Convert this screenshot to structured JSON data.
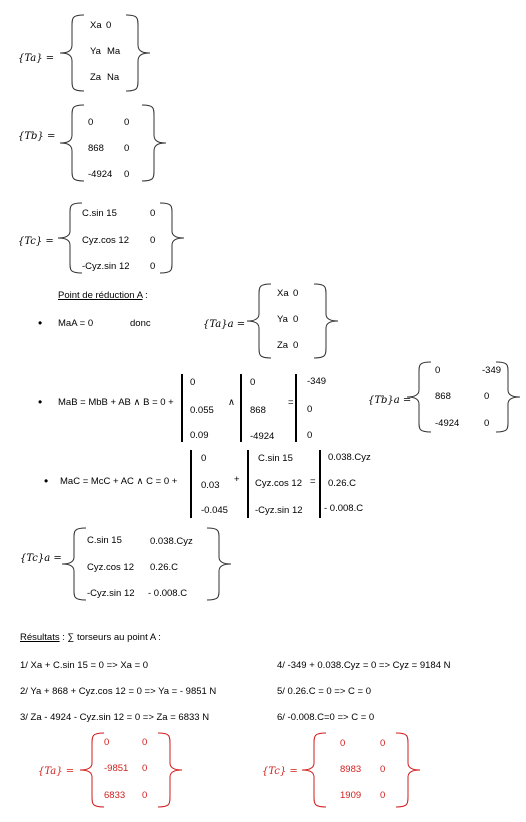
{
  "ta": {
    "label": "{Ta} =",
    "rows": [
      [
        "Xa",
        "0"
      ],
      [
        "Ya",
        "Ma"
      ],
      [
        "Za",
        "Na"
      ]
    ]
  },
  "tb": {
    "label": "{Tb} =",
    "rows": [
      [
        "0",
        "0"
      ],
      [
        "868",
        "0"
      ],
      [
        "-4924",
        "0"
      ]
    ]
  },
  "tc": {
    "label": "{Tc} =",
    "rows": [
      [
        "C.sin 15",
        "0"
      ],
      [
        "Cyz.cos 12",
        "0"
      ],
      [
        "-Cyz.sin 12",
        "0"
      ]
    ]
  },
  "reduction": {
    "heading": "Point de réduction A",
    "colon": " :",
    "bullet": "•",
    "maa": "MaA = 0",
    "donc": "donc",
    "ta_a": {
      "label": "{Ta}a =",
      "rows": [
        [
          "Xa",
          "0"
        ],
        [
          "Ya",
          "0"
        ],
        [
          "Za",
          "0"
        ]
      ]
    },
    "mab": "MaB = MbB + AB ∧ B = 0 +",
    "ab_col": [
      "0",
      "0.055",
      "0.09"
    ],
    "wedge": "∧",
    "b_col": [
      "0",
      "868",
      "-4924"
    ],
    "eq": "=",
    "res_b": [
      "-349",
      "0",
      "0"
    ],
    "tb_a": {
      "label": "{Tb}a =",
      "rows": [
        [
          "0",
          "-349"
        ],
        [
          "868",
          "0"
        ],
        [
          "-4924",
          "0"
        ]
      ]
    },
    "mac": "MaC = McC + AC ∧  C  = 0 +",
    "ac_col": [
      "0",
      "0.03",
      "-0.045"
    ],
    "plus": "+",
    "c_col": [
      "C.sin 15",
      "Cyz.cos 12",
      "-Cyz.sin 12"
    ],
    "eq2": "=",
    "res_c": [
      "0.038.Cyz",
      "0.26.C",
      "- 0.008.C"
    ],
    "tc_a": {
      "label": "{Tc}a =",
      "rows": [
        [
          "C.sin 15",
          "0.038.Cyz"
        ],
        [
          "Cyz.cos 12",
          "0.26.C"
        ],
        [
          "-Cyz.sin 12",
          "- 0.008.C"
        ]
      ]
    }
  },
  "results": {
    "heading": "Résultats",
    "heading_rest": " : ∑ torseurs au point A :",
    "eqs_left": [
      "1/ Xa + C.sin 15 = 0 => Xa = 0",
      "2/ Ya + 868 + Cyz.cos 12 = 0 => Ya = - 9851 N",
      "3/ Za - 4924 - Cyz.sin 12 = 0 => Za = 6833 N"
    ],
    "eqs_right": [
      "4/ -349 + 0.038.Cyz = 0 => Cyz = 9184 N",
      "5/ 0.26.C = 0 => C = 0",
      "6/ -0.008.C=0 => C = 0"
    ],
    "ta_final": {
      "label": "{Ta} =",
      "rows": [
        [
          "0",
          "0"
        ],
        [
          "-9851",
          "0"
        ],
        [
          "6833",
          "0"
        ]
      ]
    },
    "tc_final": {
      "label": "{Tc} =",
      "rows": [
        [
          "0",
          "0"
        ],
        [
          "8983",
          "0"
        ],
        [
          "1909",
          "0"
        ]
      ]
    },
    "color_red": "#d21e1e"
  }
}
